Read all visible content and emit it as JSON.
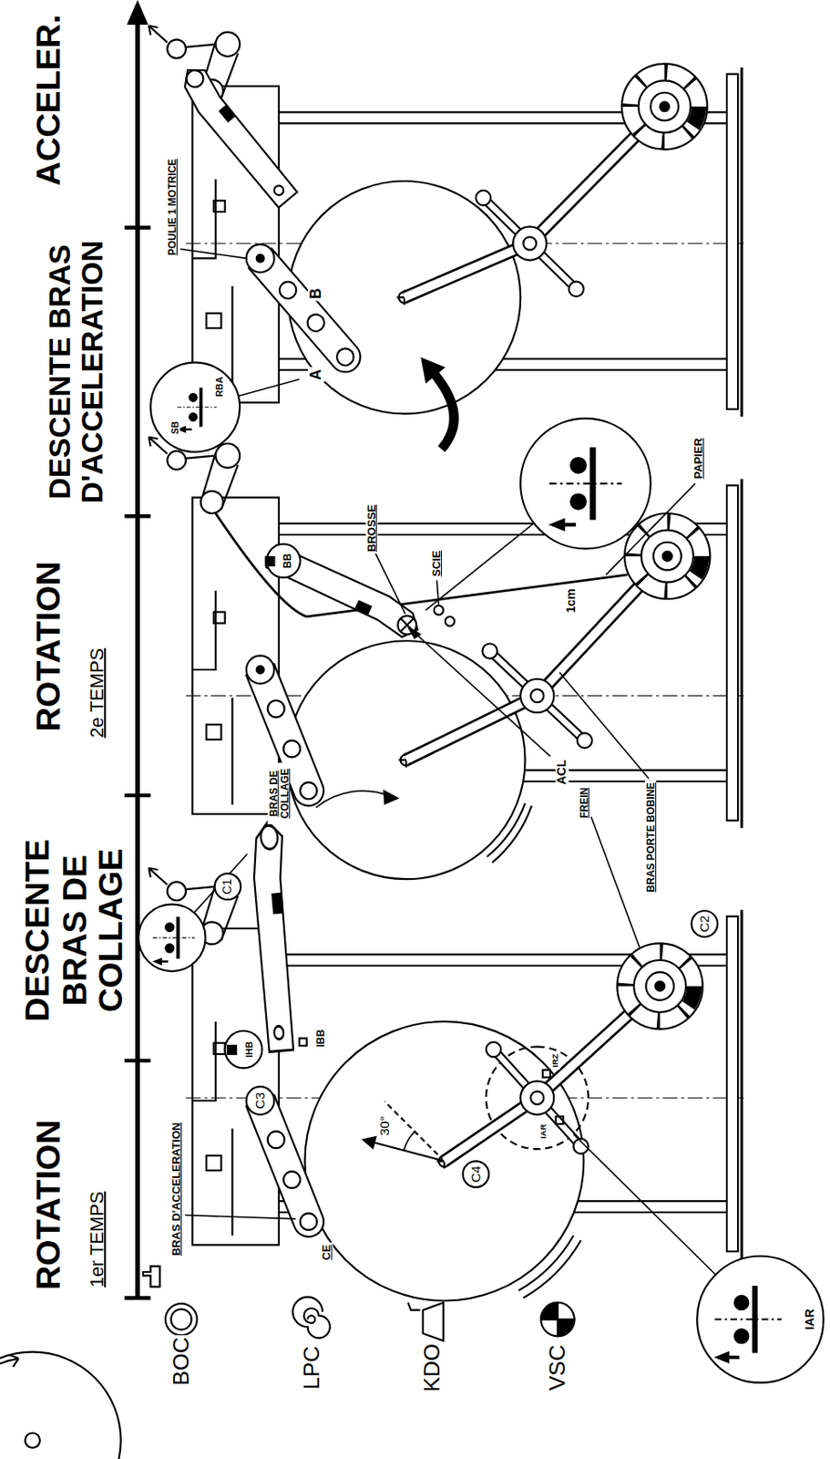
{
  "diagram": {
    "labels": [
      "ROTATION",
      "1er TEMPS",
      "DESCENTE BRAS DE COLLAGE",
      "ROTATION",
      "2e TEMPS",
      "DESCENTE BRAS D'ACCELERATION",
      "ACCELER.",
      "BRAS D'ACCELERATION",
      "CE",
      "C3",
      "C4",
      "30°",
      "IHB",
      "IBB",
      "IAR",
      "IRZ",
      "C2",
      "FREIN",
      "BRAS DE COLLAGE",
      "C1",
      "IAR",
      "BROSSE",
      "SCIE",
      "1cm",
      "PAPIER",
      "ACL",
      "BB",
      "BRAS PORTE BOBINE",
      "POULIE 1 MOTRICE",
      "B",
      "A",
      "SB",
      "RBA"
    ],
    "legend": [
      {
        "text": "BOC"
      },
      {
        "text": "LPC"
      },
      {
        "text": "KDO"
      },
      {
        "text": "VSC"
      }
    ]
  }
}
